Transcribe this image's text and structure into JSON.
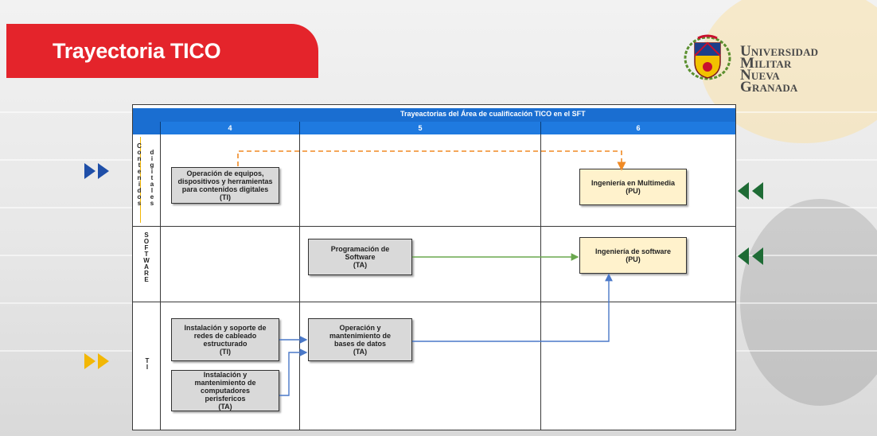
{
  "slide": {
    "title": "Trayectoria TICO",
    "logo": {
      "line1": "Universidad Militar",
      "line2": "Nueva Granada",
      "crest_icon": "university-crest-icon"
    },
    "colors": {
      "banner": "#e4242b",
      "chevron_blue": "#1f4fa8",
      "chevron_yellow": "#f2b705",
      "chevron_green": "#1e6b35"
    }
  },
  "diagram": {
    "header_title": "Trayeactorias del Área de cualificación TICO en el SFT",
    "levels": [
      "4",
      "5",
      "6"
    ],
    "rows": [
      {
        "id": "contenidos",
        "label_col1": "Contenidos",
        "label_col2": "digitales"
      },
      {
        "id": "software",
        "label": "SOFTWARE"
      },
      {
        "id": "ti",
        "label": "TI"
      }
    ],
    "nodes": {
      "operacion_equipos": {
        "lines": [
          "Operación de equipos,",
          "dispositivos y herramientas",
          "para contenidos digitales",
          "(TI)"
        ]
      },
      "ing_multimedia": {
        "lines": [
          "Ingeniería en Multimedia",
          "(PU)"
        ]
      },
      "programacion": {
        "lines": [
          "Programación de",
          "Software",
          "(TA)"
        ]
      },
      "ing_software": {
        "lines": [
          "Ingeniería de software",
          "(PU)"
        ]
      },
      "instalacion_redes": {
        "lines": [
          "Instalación y soporte de",
          "redes de cableado",
          "estructurado",
          "(TI)"
        ]
      },
      "operacion_bd": {
        "lines": [
          "Operación y",
          "mantenimiento de",
          "bases de datos",
          "(TA)"
        ]
      },
      "instalacion_pc": {
        "lines": [
          "Instalación y",
          "mantenimiento de",
          "computadores",
          "perisfericos",
          "(TA)"
        ]
      }
    }
  }
}
